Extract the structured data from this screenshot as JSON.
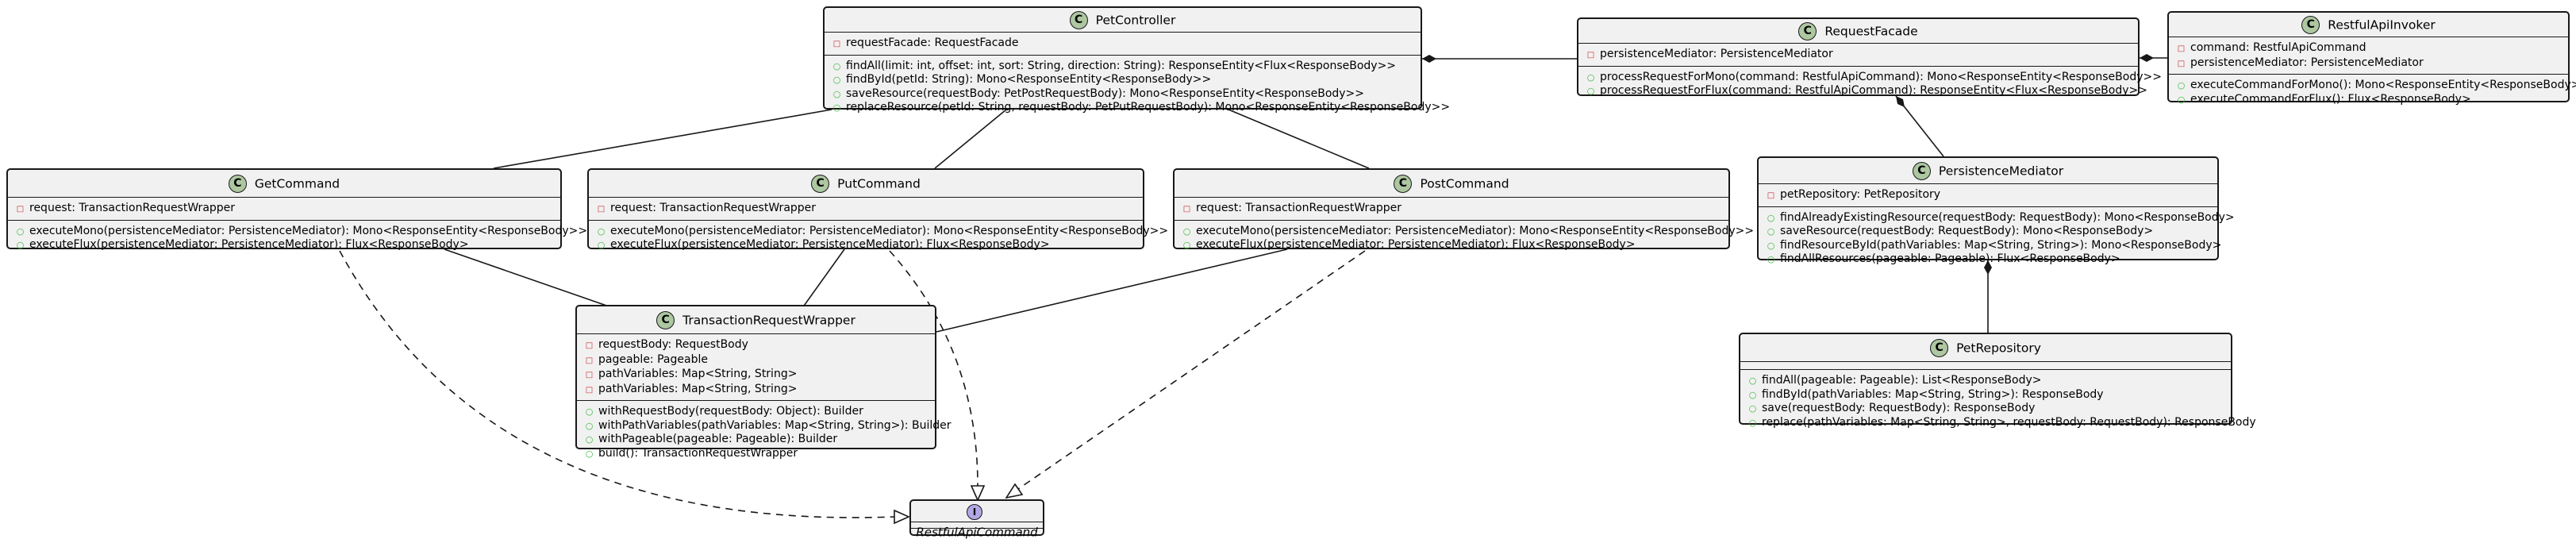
{
  "classes": {
    "PetController": {
      "name": "PetController",
      "kind": "class",
      "fields": [
        {
          "vis": "-",
          "text": "requestFacade: RequestFacade"
        }
      ],
      "methods": [
        {
          "vis": "+",
          "text": "findAll(limit: int, offset: int, sort: String, direction: String): ResponseEntity<Flux<ResponseBody>>"
        },
        {
          "vis": "+",
          "text": "findById(petId: String): Mono<ResponseEntity<ResponseBody>>"
        },
        {
          "vis": "+",
          "text": "saveResource(requestBody: PetPostRequestBody): Mono<ResponseEntity<ResponseBody>>"
        },
        {
          "vis": "+",
          "text": "replaceResource(petId: String, requestBody: PetPutRequestBody): Mono<ResponseEntity<ResponseBody>>"
        }
      ]
    },
    "RequestFacade": {
      "name": "RequestFacade",
      "kind": "class",
      "fields": [
        {
          "vis": "-",
          "text": "persistenceMediator: PersistenceMediator"
        }
      ],
      "methods": [
        {
          "vis": "+",
          "text": "processRequestForMono(command: RestfulApiCommand): Mono<ResponseEntity<ResponseBody>>"
        },
        {
          "vis": "+",
          "text": "processRequestForFlux(command: RestfulApiCommand): ResponseEntity<Flux<ResponseBody>>"
        }
      ]
    },
    "RestfulApiInvoker": {
      "name": "RestfulApiInvoker",
      "kind": "class",
      "fields": [
        {
          "vis": "-",
          "text": "command: RestfulApiCommand"
        },
        {
          "vis": "-",
          "text": "persistenceMediator: PersistenceMediator"
        }
      ],
      "methods": [
        {
          "vis": "+",
          "text": "executeCommandForMono(): Mono<ResponseEntity<ResponseBody>>"
        },
        {
          "vis": "+",
          "text": "executeCommandForFlux(): Flux<ResponseBody>"
        }
      ]
    },
    "GetCommand": {
      "name": "GetCommand",
      "kind": "class",
      "fields": [
        {
          "vis": "-",
          "text": "request: TransactionRequestWrapper"
        }
      ],
      "methods": [
        {
          "vis": "+",
          "text": "executeMono(persistenceMediator: PersistenceMediator): Mono<ResponseEntity<ResponseBody>>"
        },
        {
          "vis": "+",
          "text": "executeFlux(persistenceMediator: PersistenceMediator): Flux<ResponseBody>"
        }
      ]
    },
    "PutCommand": {
      "name": "PutCommand",
      "kind": "class",
      "fields": [
        {
          "vis": "-",
          "text": "request: TransactionRequestWrapper"
        }
      ],
      "methods": [
        {
          "vis": "+",
          "text": "executeMono(persistenceMediator: PersistenceMediator): Mono<ResponseEntity<ResponseBody>>"
        },
        {
          "vis": "+",
          "text": "executeFlux(persistenceMediator: PersistenceMediator): Flux<ResponseBody>"
        }
      ]
    },
    "PostCommand": {
      "name": "PostCommand",
      "kind": "class",
      "fields": [
        {
          "vis": "-",
          "text": "request: TransactionRequestWrapper"
        }
      ],
      "methods": [
        {
          "vis": "+",
          "text": "executeMono(persistenceMediator: PersistenceMediator): Mono<ResponseEntity<ResponseBody>>"
        },
        {
          "vis": "+",
          "text": "executeFlux(persistenceMediator: PersistenceMediator): Flux<ResponseBody>"
        }
      ]
    },
    "PersistenceMediator": {
      "name": "PersistenceMediator",
      "kind": "class",
      "fields": [
        {
          "vis": "-",
          "text": "petRepository: PetRepository"
        }
      ],
      "methods": [
        {
          "vis": "+",
          "text": "findAlreadyExistingResource(requestBody: RequestBody): Mono<ResponseBody>"
        },
        {
          "vis": "+",
          "text": "saveResource(requestBody: RequestBody): Mono<ResponseBody>"
        },
        {
          "vis": "+",
          "text": "findResourceById(pathVariables: Map<String, String>): Mono<ResponseBody>"
        },
        {
          "vis": "+",
          "text": "findAllResources(pageable: Pageable): Flux<ResponseBody>"
        }
      ]
    },
    "TransactionRequestWrapper": {
      "name": "TransactionRequestWrapper",
      "kind": "class",
      "fields": [
        {
          "vis": "-",
          "text": "requestBody: RequestBody"
        },
        {
          "vis": "-",
          "text": "pageable: Pageable"
        },
        {
          "vis": "-",
          "text": "pathVariables: Map<String, String>"
        },
        {
          "vis": "-",
          "text": "pathVariables: Map<String, String>"
        }
      ],
      "methods": [
        {
          "vis": "+",
          "text": "withRequestBody(requestBody: Object): Builder"
        },
        {
          "vis": "+",
          "text": "withPathVariables(pathVariables: Map<String, String>): Builder"
        },
        {
          "vis": "+",
          "text": "withPageable(pageable: Pageable): Builder"
        },
        {
          "vis": "+",
          "text": "build(): TransactionRequestWrapper"
        }
      ]
    },
    "PetRepository": {
      "name": "PetRepository",
      "kind": "class",
      "fields": [],
      "methods": [
        {
          "vis": "+",
          "text": "findAll(pageable: Pageable): List<ResponseBody>"
        },
        {
          "vis": "+",
          "text": "findById(pathVariables: Map<String, String>): ResponseBody"
        },
        {
          "vis": "+",
          "text": "save(requestBody: RequestBody): ResponseBody"
        },
        {
          "vis": "+",
          "text": "replace(pathVariables: Map<String, String>, requestBody: RequestBody): ResponseBody"
        }
      ]
    },
    "RestfulApiCommand": {
      "name": "RestfulApiCommand",
      "kind": "interface",
      "fields": [],
      "methods": []
    }
  },
  "relations": [
    {
      "from": "PetController",
      "to": "RequestFacade",
      "type": "composition"
    },
    {
      "from": "RequestFacade",
      "to": "RestfulApiInvoker",
      "type": "composition"
    },
    {
      "from": "RequestFacade",
      "to": "PersistenceMediator",
      "type": "composition"
    },
    {
      "from": "PersistenceMediator",
      "to": "PetRepository",
      "type": "composition"
    },
    {
      "from": "PetController",
      "to": "GetCommand",
      "type": "association"
    },
    {
      "from": "PetController",
      "to": "PutCommand",
      "type": "association"
    },
    {
      "from": "PetController",
      "to": "PostCommand",
      "type": "association"
    },
    {
      "from": "GetCommand",
      "to": "TransactionRequestWrapper",
      "type": "association"
    },
    {
      "from": "PutCommand",
      "to": "TransactionRequestWrapper",
      "type": "association"
    },
    {
      "from": "PostCommand",
      "to": "TransactionRequestWrapper",
      "type": "association"
    },
    {
      "from": "GetCommand",
      "to": "RestfulApiCommand",
      "type": "realization"
    },
    {
      "from": "PutCommand",
      "to": "RestfulApiCommand",
      "type": "realization"
    },
    {
      "from": "PostCommand",
      "to": "RestfulApiCommand",
      "type": "realization"
    }
  ],
  "colors": {
    "class_fill": "#f1f1f1",
    "border": "#181818",
    "class_icon": "#adc7a1",
    "interface_icon": "#b4a7e5",
    "private_marker": "#c82930",
    "public_marker": "#38b838"
  }
}
